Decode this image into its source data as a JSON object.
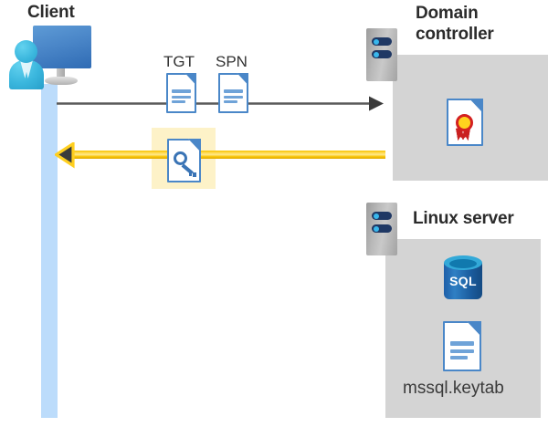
{
  "diagram": {
    "title_client": "Client",
    "title_domain_controller": "Domain\ncontroller",
    "title_domain_controller_line1": "Domain",
    "title_domain_controller_line2": "controller",
    "title_linux_server": "Linux server",
    "labels": {
      "tgt": "TGT",
      "spn": "SPN",
      "keytab_file": "mssql.keytab",
      "sql_database": "SQL"
    },
    "icons": {
      "client_workstation": "user-at-computer-icon",
      "domain_controller_server": "server-rack-icon",
      "linux_server": "server-rack-icon",
      "tgt_document": "document-icon",
      "spn_document": "document-icon",
      "kerberos_ticket_document": "document-with-key-icon",
      "certificate_document": "certificate-document-icon",
      "sql_database": "sql-database-icon",
      "keytab_document": "document-icon"
    },
    "flows": [
      {
        "id": "request",
        "direction": "client-to-domain-controller",
        "style": "thin-gray-line-with-arrowhead",
        "color": "#595959",
        "carries": [
          "TGT",
          "SPN"
        ]
      },
      {
        "id": "response",
        "direction": "domain-controller-to-client",
        "style": "thick-yellow-line-with-arrowhead",
        "color": "#FFC700",
        "carries": [
          "kerberos-ticket"
        ],
        "highlighted": true
      }
    ],
    "colors": {
      "panel_gray": "#d4d4d4",
      "lifeline_blue": "#bcdcfb",
      "highlight_yellow": "#fdf2c8",
      "arrow_yellow": "#ffc700",
      "arrow_gray": "#595959",
      "doc_blue": "#4a87c8",
      "sql_blue": "#1e5fa8",
      "title_text": "#2b2b2b",
      "seal_red": "#c92020",
      "seal_yellow": "#ffd21e"
    }
  }
}
